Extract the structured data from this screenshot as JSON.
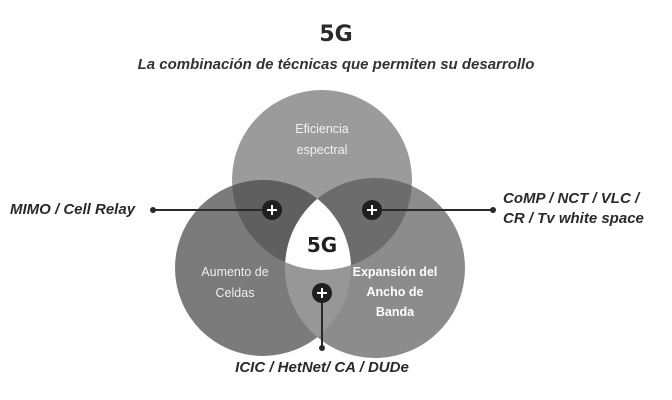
{
  "title": "5G",
  "subtitle": "La combinación de técnicas que permiten su desarrollo",
  "center_label": "5G",
  "circles": [
    {
      "label_line1": "Eficiencia",
      "label_line2": "espectral",
      "label_line3": ""
    },
    {
      "label_line1": "Aumento de",
      "label_line2": "Celdas",
      "label_line3": ""
    },
    {
      "label_line1": "Expansión del",
      "label_line2": "Ancho de",
      "label_line3": "Banda"
    }
  ],
  "callouts": {
    "left": "MIMO / Cell Relay",
    "right_line1": "CoMP / NCT / VLC /",
    "right_line2": "CR / Tv white space",
    "bottom": "ICIC / HetNet/ CA / DUDe"
  },
  "colors": {
    "circle_top": "#9b9b9b",
    "circle_left": "#7b7b7b",
    "circle_right": "#8c8c8c",
    "dot": "#1f1f1f",
    "text": "#2a2a2a"
  }
}
